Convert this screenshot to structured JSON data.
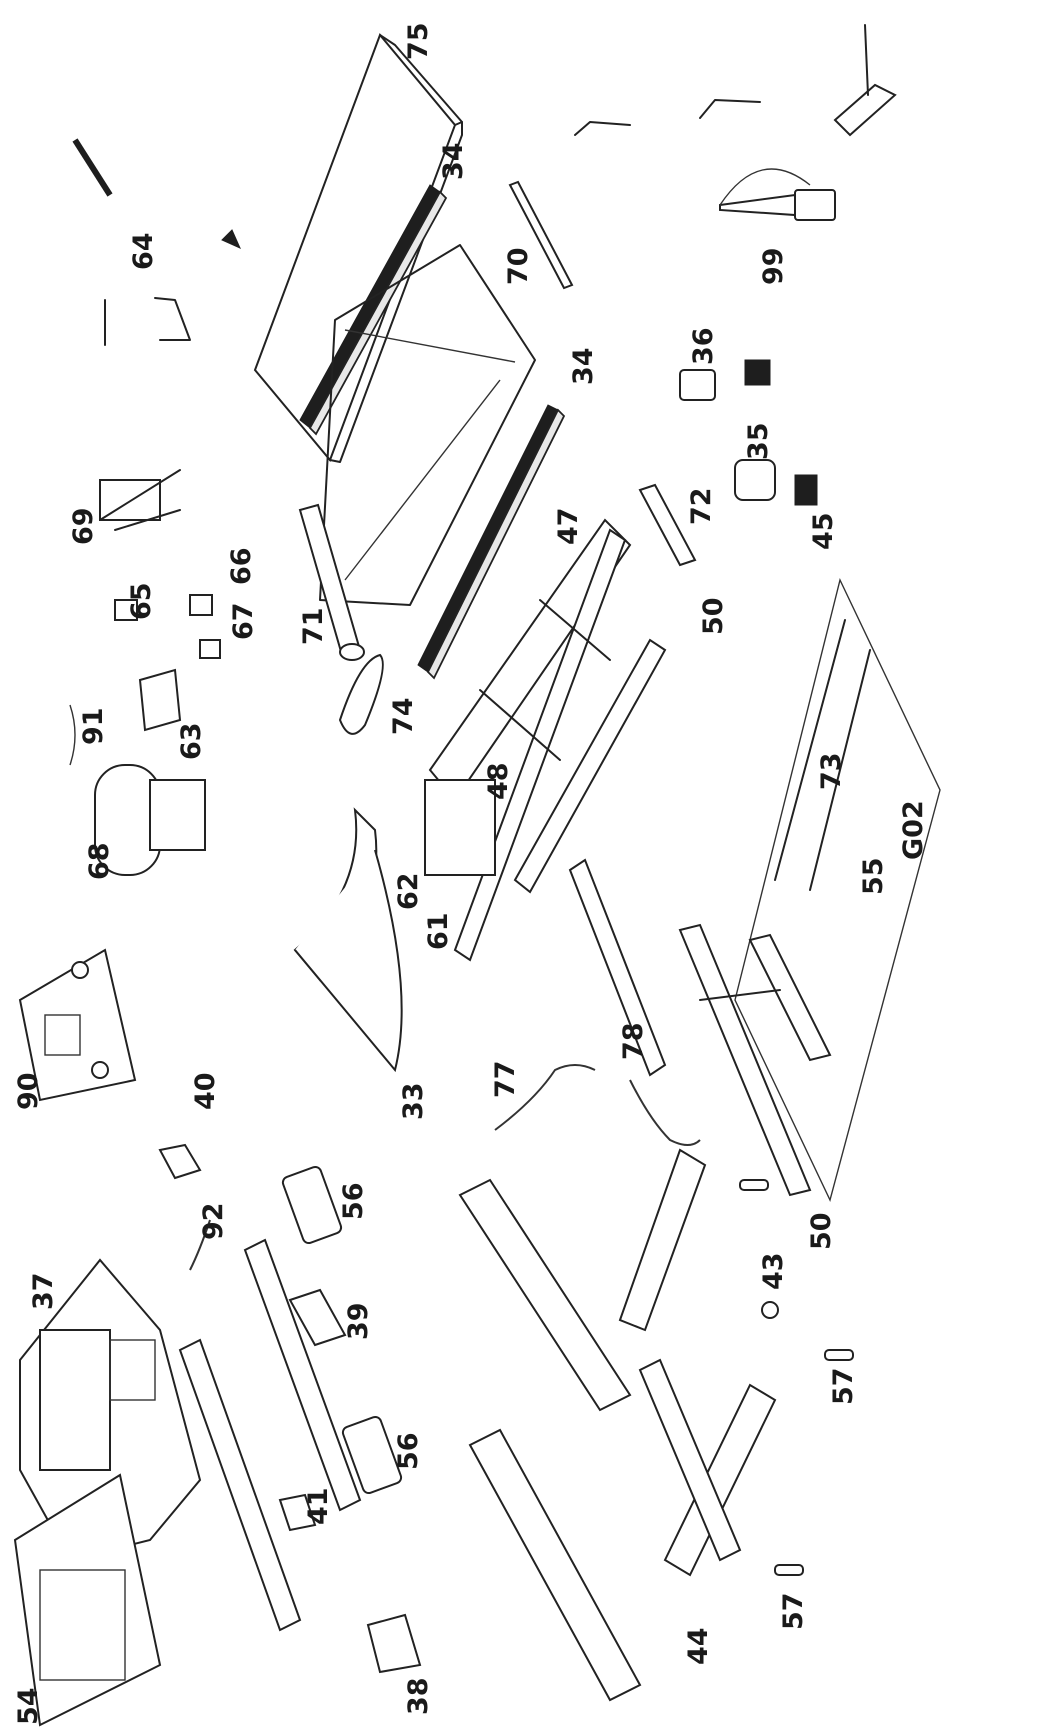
{
  "diagram": {
    "part_labels": [
      "75",
      "34",
      "70",
      "64",
      "99",
      "36",
      "34",
      "35",
      "45",
      "69",
      "66",
      "65",
      "67",
      "47",
      "72",
      "71",
      "50",
      "63",
      "91",
      "74",
      "73",
      "48",
      "68",
      "G02",
      "62",
      "61",
      "55",
      "90",
      "40",
      "77",
      "78",
      "33",
      "92",
      "56",
      "37",
      "39",
      "43",
      "50",
      "56",
      "57",
      "41",
      "38",
      "54",
      "44",
      "57"
    ]
  }
}
